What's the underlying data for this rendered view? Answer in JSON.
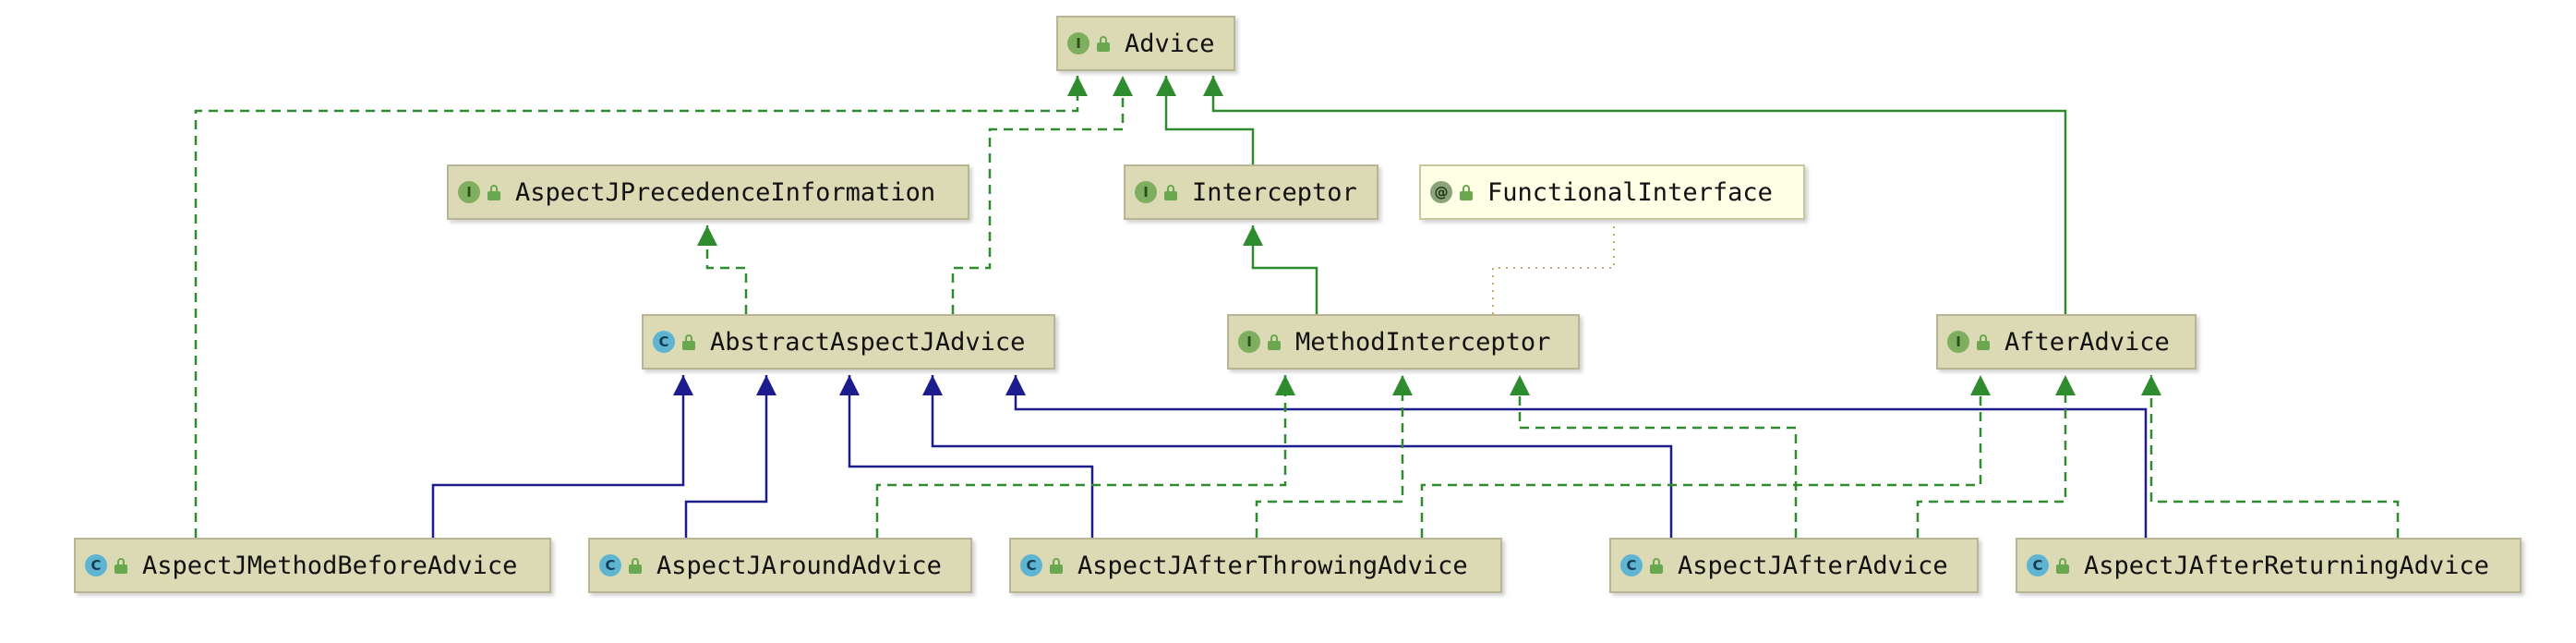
{
  "nodes": {
    "advice": {
      "name": "Advice",
      "kind": "interface"
    },
    "precedence": {
      "name": "AspectJPrecedenceInformation",
      "kind": "interface"
    },
    "interceptor": {
      "name": "Interceptor",
      "kind": "interface"
    },
    "functional": {
      "name": "FunctionalInterface",
      "kind": "annotation"
    },
    "abstractAdvice": {
      "name": "AbstractAspectJAdvice",
      "kind": "class"
    },
    "methodInterceptor": {
      "name": "MethodInterceptor",
      "kind": "interface"
    },
    "afterAdvice": {
      "name": "AfterAdvice",
      "kind": "interface"
    },
    "methodBefore": {
      "name": "AspectJMethodBeforeAdvice",
      "kind": "class"
    },
    "around": {
      "name": "AspectJAroundAdvice",
      "kind": "class"
    },
    "afterThrowing": {
      "name": "AspectJAfterThrowingAdvice",
      "kind": "class"
    },
    "after": {
      "name": "AspectJAfterAdvice",
      "kind": "class"
    },
    "afterReturning": {
      "name": "AspectJAfterReturningAdvice",
      "kind": "class"
    }
  },
  "kind_badges": {
    "interface": "I",
    "class": "C",
    "annotation": "@"
  },
  "colors": {
    "implements": "#2e8b2e",
    "extends": "#1c1c8c",
    "annotated": "#c8a860",
    "node_fill": "#dcdab5",
    "annotation_fill": "#ffffe6"
  },
  "relations": [
    {
      "from": "interceptor",
      "to": "advice",
      "type": "extends-interface"
    },
    {
      "from": "afterAdvice",
      "to": "advice",
      "type": "extends-interface"
    },
    {
      "from": "methodInterceptor",
      "to": "interceptor",
      "type": "extends-interface"
    },
    {
      "from": "methodInterceptor",
      "to": "functional",
      "type": "annotated"
    },
    {
      "from": "abstractAdvice",
      "to": "advice",
      "type": "implements"
    },
    {
      "from": "abstractAdvice",
      "to": "precedence",
      "type": "implements"
    },
    {
      "from": "methodBefore",
      "to": "advice",
      "type": "implements"
    },
    {
      "from": "methodBefore",
      "to": "abstractAdvice",
      "type": "extends"
    },
    {
      "from": "around",
      "to": "abstractAdvice",
      "type": "extends"
    },
    {
      "from": "around",
      "to": "methodInterceptor",
      "type": "implements"
    },
    {
      "from": "afterThrowing",
      "to": "abstractAdvice",
      "type": "extends"
    },
    {
      "from": "afterThrowing",
      "to": "methodInterceptor",
      "type": "implements"
    },
    {
      "from": "afterThrowing",
      "to": "afterAdvice",
      "type": "implements"
    },
    {
      "from": "after",
      "to": "abstractAdvice",
      "type": "extends"
    },
    {
      "from": "after",
      "to": "methodInterceptor",
      "type": "implements"
    },
    {
      "from": "after",
      "to": "afterAdvice",
      "type": "implements"
    },
    {
      "from": "afterReturning",
      "to": "abstractAdvice",
      "type": "extends"
    },
    {
      "from": "afterReturning",
      "to": "afterAdvice",
      "type": "implements"
    }
  ]
}
